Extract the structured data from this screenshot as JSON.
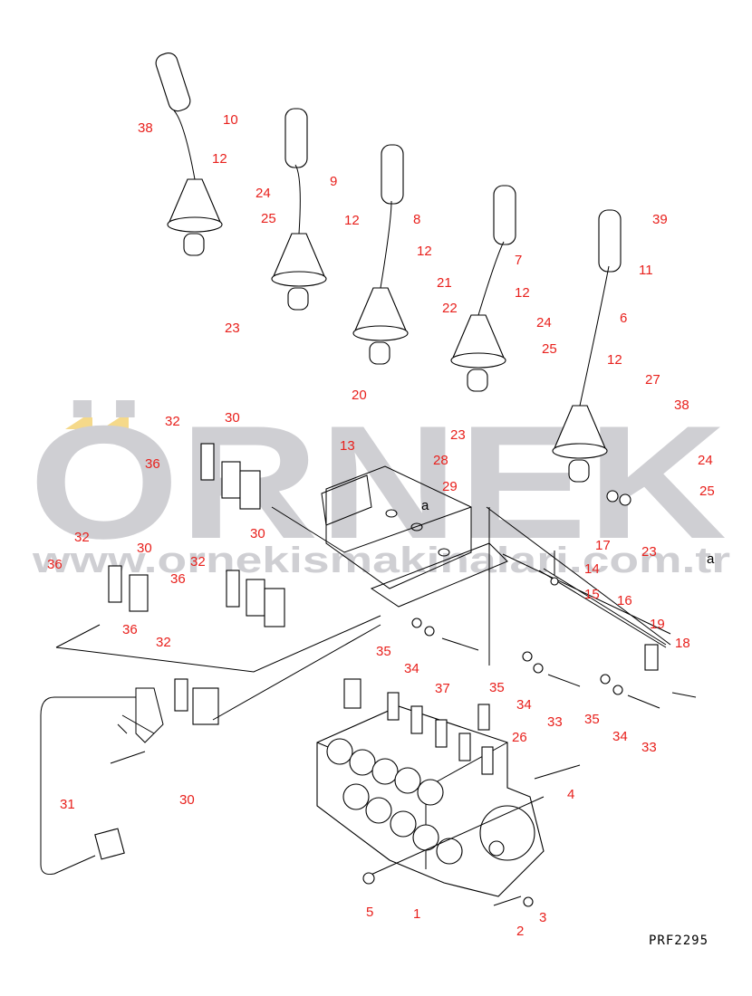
{
  "diagram": {
    "drawing_code": "PRF2295",
    "watermark": {
      "brand": "ÖRNEK",
      "url": "www.ornekismakinalari.com.tr"
    },
    "reference_marks": [
      "a",
      "a"
    ],
    "colors": {
      "label": "#e8201c",
      "watermark": "#cfcfd3",
      "accent": "#f5d98a"
    },
    "labels": [
      "38",
      "10",
      "12",
      "9",
      "24",
      "25",
      "12",
      "8",
      "12",
      "23",
      "21",
      "22",
      "7",
      "12",
      "39",
      "11",
      "6",
      "20",
      "24",
      "25",
      "12",
      "27",
      "23",
      "38",
      "32",
      "30",
      "13",
      "28",
      "29",
      "24",
      "25",
      "36",
      "30",
      "32",
      "30",
      "36",
      "32",
      "17",
      "23",
      "14",
      "15",
      "16",
      "19",
      "36",
      "36",
      "32",
      "18",
      "35",
      "34",
      "37",
      "35",
      "34",
      "33",
      "35",
      "34",
      "33",
      "26",
      "4",
      "30",
      "31",
      "5",
      "1",
      "2",
      "3"
    ]
  }
}
